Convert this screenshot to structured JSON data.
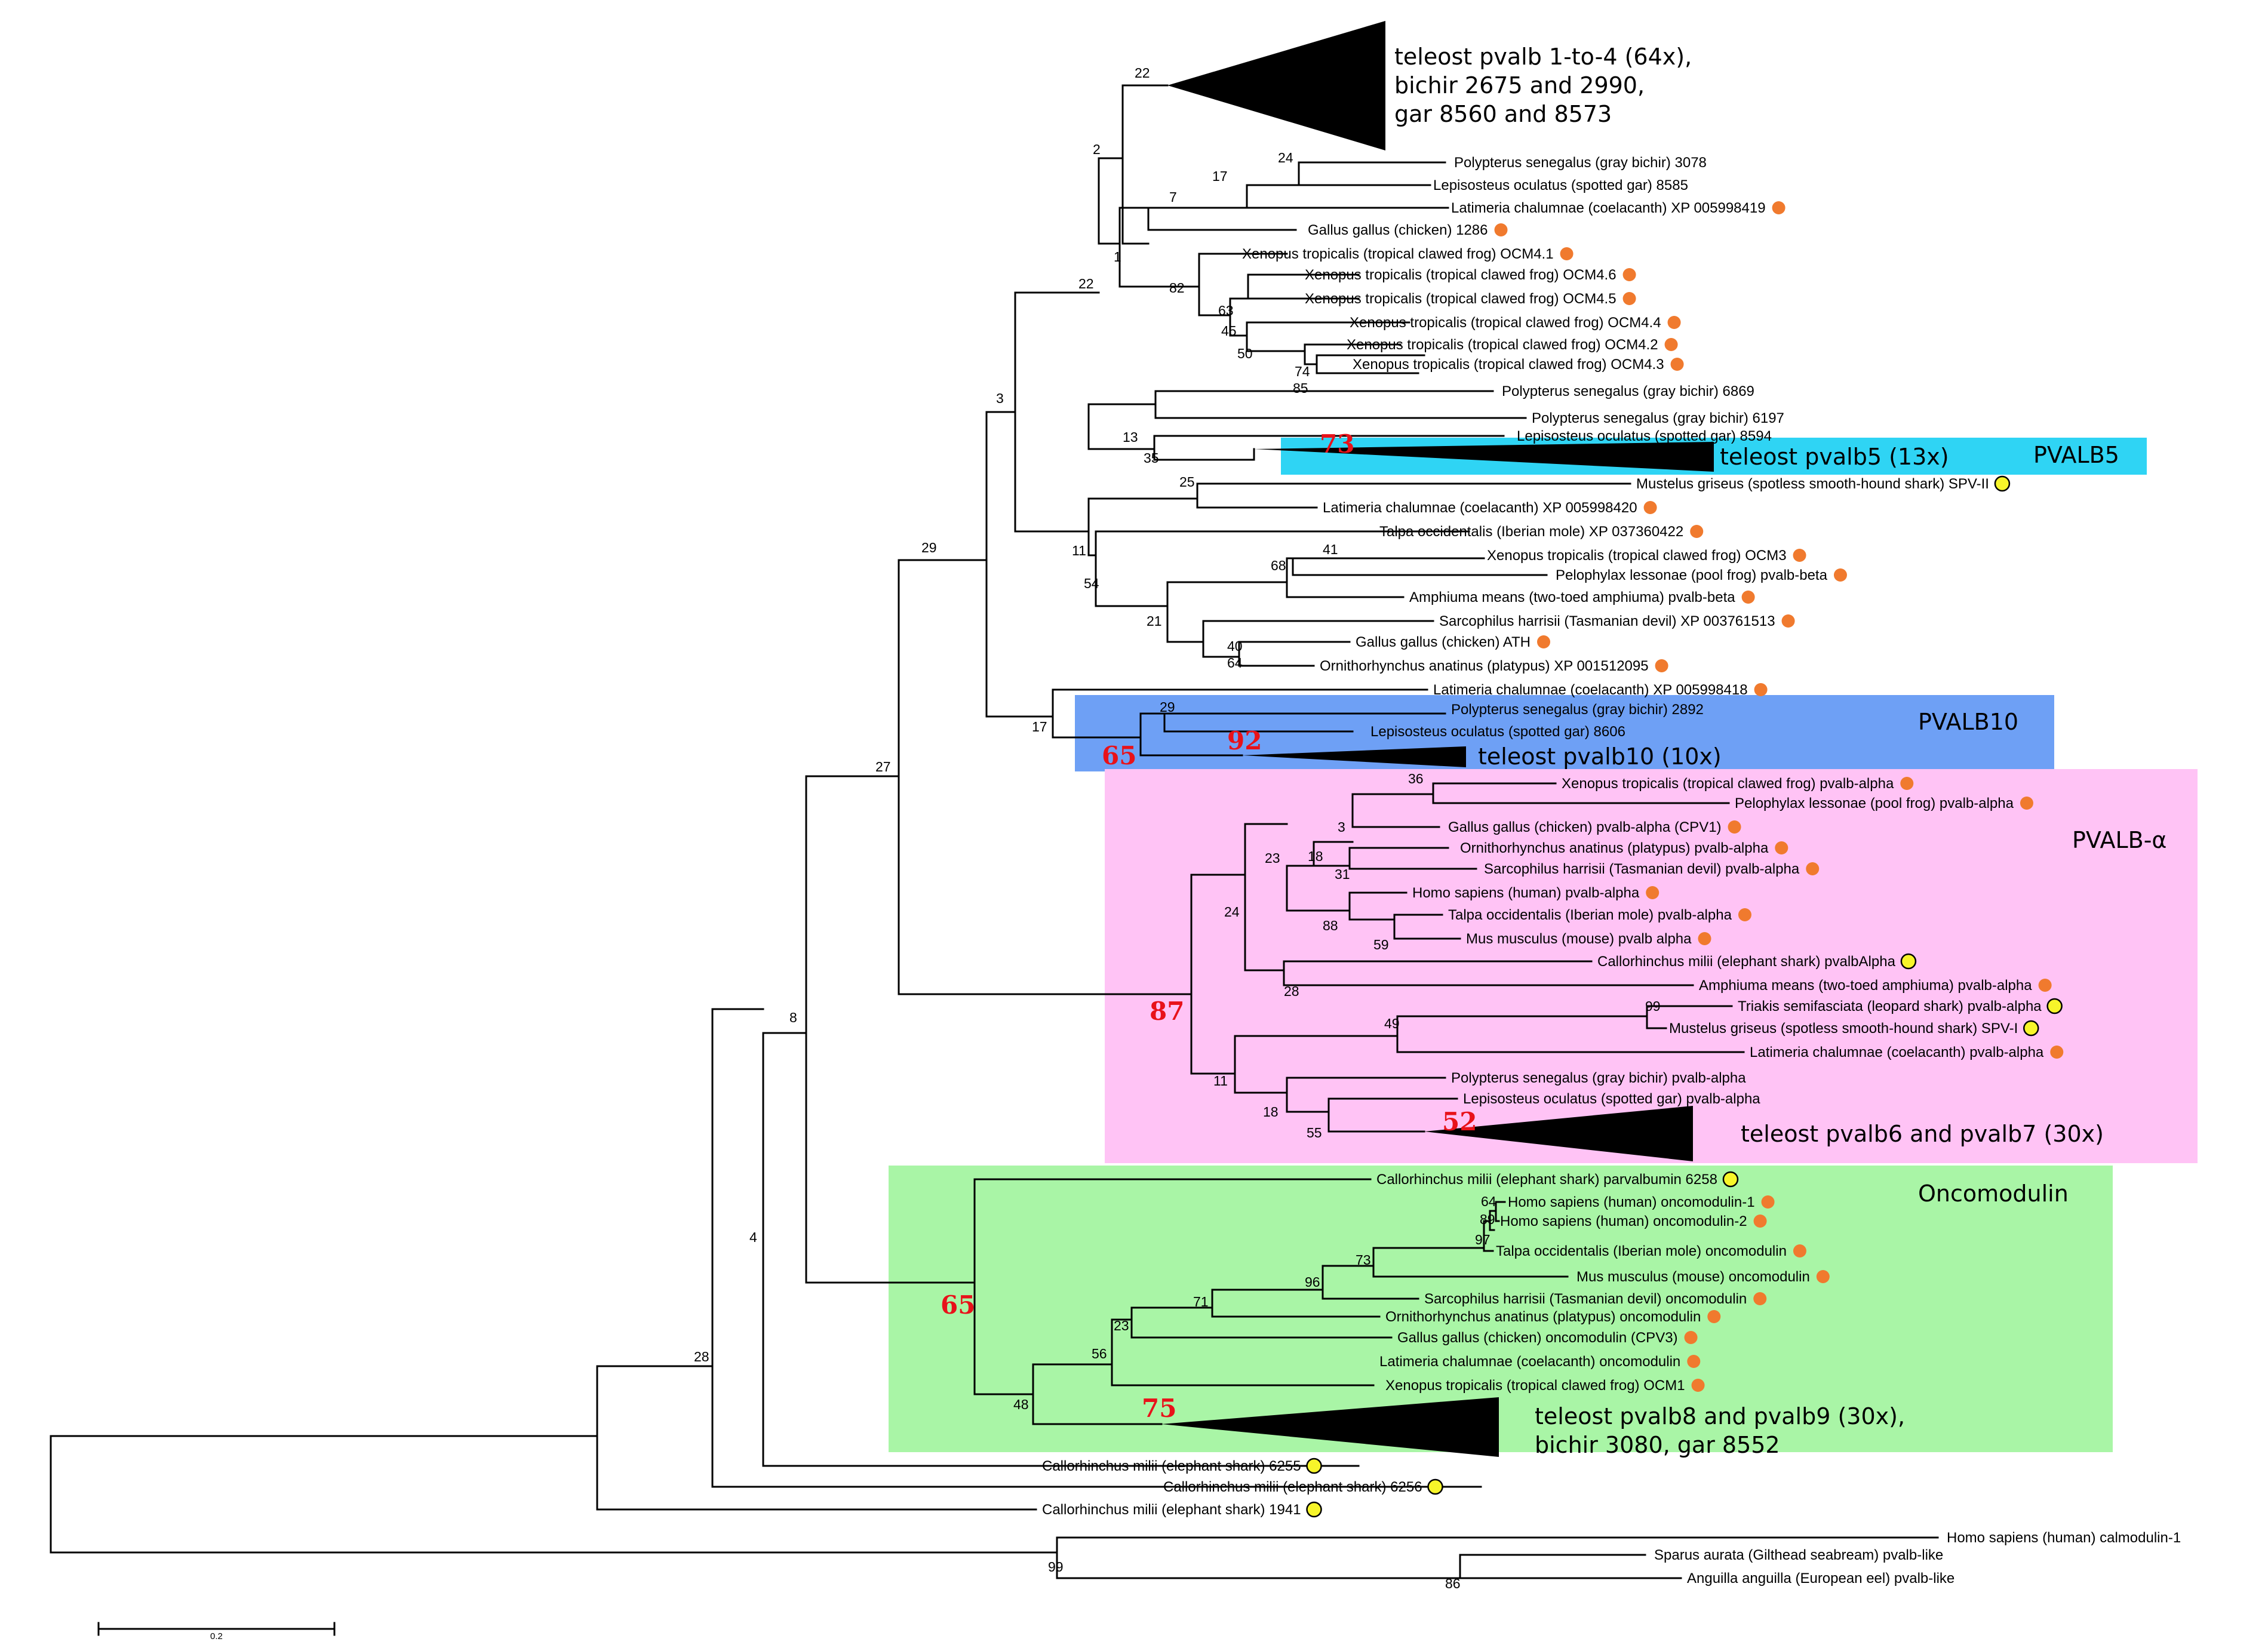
{
  "colors": {
    "branch": "#000000",
    "support_highlight": "#e8121a",
    "mammal_marker": "#f07a2e",
    "shark_marker": "#f7f52a",
    "pvalb5_box": "#2fd4f4",
    "pvalb10_box": "#6ea0f5",
    "pvalb_alpha_box": "#ffc3f5",
    "oncomodulin_box": "#a9f5a6"
  },
  "marker_legend": {
    "orange-dot": "mammal_marker",
    "yellow-ring": "shark_marker"
  },
  "clades": {
    "pvalb5": "PVALB5",
    "pvalb10": "PVALB10",
    "pvalb_alpha": "PVALB-α",
    "oncomodulin": "Oncomodulin"
  },
  "collapsed": {
    "c1": [
      "teleost pvalb 1-to-4 (64x),",
      "bichir  2675 and 2990,",
      "gar 8560 and 8573"
    ],
    "c2": [
      "teleost pvalb5 (13x)"
    ],
    "c3": [
      "teleost pvalb10 (10x)"
    ],
    "c4": [
      "teleost pvalb6 and pvalb7 (30x)"
    ],
    "c5": [
      "teleost pvalb8 and pvalb9 (30x),",
      "bichir  3080, gar 8552"
    ]
  },
  "leaves": [
    {
      "text": "Polypterus senegalus (gray bichir) 3078",
      "marker": ""
    },
    {
      "text": "Lepisosteus oculatus (spotted gar) 8585",
      "marker": ""
    },
    {
      "text": "Latimeria chalumnae (coelacanth) XP 005998419",
      "marker": "orange"
    },
    {
      "text": "Gallus gallus (chicken) 1286",
      "marker": "orange"
    },
    {
      "text": "Xenopus tropicalis (tropical clawed frog) OCM4.1",
      "marker": "orange"
    },
    {
      "text": "Xenopus tropicalis (tropical clawed frog) OCM4.6",
      "marker": "orange"
    },
    {
      "text": "Xenopus tropicalis (tropical clawed frog) OCM4.5",
      "marker": "orange"
    },
    {
      "text": "Xenopus tropicalis (tropical clawed frog) OCM4.4",
      "marker": "orange"
    },
    {
      "text": "Xenopus tropicalis (tropical clawed frog) OCM4.2",
      "marker": "orange"
    },
    {
      "text": "Xenopus tropicalis (tropical clawed frog) OCM4.3",
      "marker": "orange"
    },
    {
      "text": "Polypterus senegalus (gray bichir) 6869",
      "marker": ""
    },
    {
      "text": "Polypterus senegalus (gray bichir) 6197",
      "marker": ""
    },
    {
      "text": "Lepisosteus oculatus (spotted gar) 8594",
      "marker": ""
    },
    {
      "text": "Mustelus griseus (spotless  smooth-hound shark)  SPV-II",
      "marker": "yellow"
    },
    {
      "text": "Latimeria chalumnae (coelacanth) XP 005998420",
      "marker": "orange"
    },
    {
      "text": "Talpa occidentalis (Iberian mole) XP 037360422",
      "marker": "orange"
    },
    {
      "text": "Xenopus tropicalis (tropical clawed frog) OCM3",
      "marker": "orange"
    },
    {
      "text": "Pelophylax lessonae (pool frog) pvalb-beta",
      "marker": "orange"
    },
    {
      "text": "Amphiuma means (two-toed amphiuma) pvalb-beta",
      "marker": "orange"
    },
    {
      "text": "Sarcophilus harrisii (Tasmanian devil) XP 003761513",
      "marker": "orange"
    },
    {
      "text": "Gallus gallus (chicken)  ATH",
      "marker": "orange"
    },
    {
      "text": "Ornithorhynchus anatinus (platypus) XP 001512095",
      "marker": "orange"
    },
    {
      "text": "Latimeria chalumnae (coelacanth) XP 005998418",
      "marker": "orange"
    },
    {
      "text": "Polypterus senegalus (gray bichir) 2892",
      "marker": ""
    },
    {
      "text": "Lepisosteus oculatus (spotted gar)  8606",
      "marker": ""
    },
    {
      "text": "Xenopus tropicalis (tropical clawed frog) pvalb-alpha",
      "marker": "orange"
    },
    {
      "text": "Pelophylax lessonae (pool frog) pvalb-alpha",
      "marker": "orange"
    },
    {
      "text": "Gallus gallus (chicken) pvalb-alpha (CPV1)",
      "marker": "orange"
    },
    {
      "text": "Ornithorhynchus anatinus (platypus) pvalb-alpha",
      "marker": "orange"
    },
    {
      "text": "Sarcophilus harrisii (Tasmanian devil) pvalb-alpha",
      "marker": "orange"
    },
    {
      "text": "Homo sapiens (human) pvalb-alpha",
      "marker": "orange"
    },
    {
      "text": "Talpa occidentalis (Iberian mole) pvalb-alpha",
      "marker": "orange"
    },
    {
      "text": "Mus musculus (mouse) pvalb alpha",
      "marker": "orange"
    },
    {
      "text": "Callorhinchus milii (elephant shark) pvalbAlpha",
      "marker": "yellow"
    },
    {
      "text": "Amphiuma means (two-toed amphiuma) pvalb-alpha",
      "marker": "orange"
    },
    {
      "text": "Triakis semifasciata (leopard shark)  pvalb-alpha",
      "marker": "yellow"
    },
    {
      "text": "Mustelus griseus (spotless  smooth-hound shark)  SPV-I",
      "marker": "yellow"
    },
    {
      "text": "Latimeria chalumnae (coelacanth) pvalb-alpha",
      "marker": "orange"
    },
    {
      "text": "Polypterus senegalus (gray bichir) pvalb-alpha",
      "marker": ""
    },
    {
      "text": "Lepisosteus  oculatus (spotted gar)  pvalb-alpha",
      "marker": ""
    },
    {
      "text": "Callorhinchus milii (elephant shark) parvalbumin 6258",
      "marker": "yellow"
    },
    {
      "text": "Homo sapiens (human) oncomodulin-1",
      "marker": "orange"
    },
    {
      "text": "Homo sapiens (human) oncomodulin-2",
      "marker": "orange"
    },
    {
      "text": "Talpa occidentalis (Iberian mole) oncomodulin",
      "marker": "orange"
    },
    {
      "text": "Mus musculus (mouse) oncomodulin",
      "marker": "orange"
    },
    {
      "text": "Sarcophilus harrisii (Tasmanian devil) oncomodulin",
      "marker": "orange"
    },
    {
      "text": "Ornithorhynchus anatinus (platypus) oncomodulin",
      "marker": "orange"
    },
    {
      "text": "Gallus gallus (chicken)  oncomodulin (CPV3)",
      "marker": "orange"
    },
    {
      "text": "Latimeria chalumnae (coelacanth) oncomodulin",
      "marker": "orange"
    },
    {
      "text": "Xenopus tropicalis (tropical clawed frog) OCM1",
      "marker": "orange"
    },
    {
      "text": "Callorhinchus milii (elephant shark) 6255",
      "marker": "yellow"
    },
    {
      "text": "Callorhinchus milii (elephant shark) 6256",
      "marker": "yellow"
    },
    {
      "text": "Callorhinchus milii (elephant shark) 1941",
      "marker": "yellow"
    },
    {
      "text": "Homo sapiens (human) calmodulin-1",
      "marker": ""
    },
    {
      "text": "Sparus aurata (Gilthead seabream) pvalb-like",
      "marker": ""
    },
    {
      "text": "Anguilla anguilla (European eel) pvalb-like",
      "marker": ""
    }
  ],
  "supports": [
    {
      "v": "22"
    },
    {
      "v": "2"
    },
    {
      "v": "24"
    },
    {
      "v": "17"
    },
    {
      "v": "7"
    },
    {
      "v": "1"
    },
    {
      "v": "82"
    },
    {
      "v": "63"
    },
    {
      "v": "45"
    },
    {
      "v": "50"
    },
    {
      "v": "74"
    },
    {
      "v": "22"
    },
    {
      "v": "85"
    },
    {
      "v": "13"
    },
    {
      "v": "35"
    },
    {
      "v": "3"
    },
    {
      "v": "25"
    },
    {
      "v": "11"
    },
    {
      "v": "54"
    },
    {
      "v": "68"
    },
    {
      "v": "41"
    },
    {
      "v": "21"
    },
    {
      "v": "40"
    },
    {
      "v": "64"
    },
    {
      "v": "29"
    },
    {
      "v": "17"
    },
    {
      "v": "29"
    },
    {
      "v": "27"
    },
    {
      "v": "36"
    },
    {
      "v": "3"
    },
    {
      "v": "18"
    },
    {
      "v": "23"
    },
    {
      "v": "31"
    },
    {
      "v": "24"
    },
    {
      "v": "88"
    },
    {
      "v": "59"
    },
    {
      "v": "28"
    },
    {
      "v": "99"
    },
    {
      "v": "49"
    },
    {
      "v": "11"
    },
    {
      "v": "18"
    },
    {
      "v": "55"
    },
    {
      "v": "8"
    },
    {
      "v": "64"
    },
    {
      "v": "89"
    },
    {
      "v": "97"
    },
    {
      "v": "73"
    },
    {
      "v": "96"
    },
    {
      "v": "71"
    },
    {
      "v": "23"
    },
    {
      "v": "56"
    },
    {
      "v": "48"
    },
    {
      "v": "4"
    },
    {
      "v": "28"
    },
    {
      "v": "99"
    },
    {
      "v": "86"
    }
  ],
  "red_supports": [
    "73",
    "65",
    "92",
    "87",
    "52",
    "65",
    "75"
  ],
  "scale_bar": {
    "label": "0.2"
  }
}
